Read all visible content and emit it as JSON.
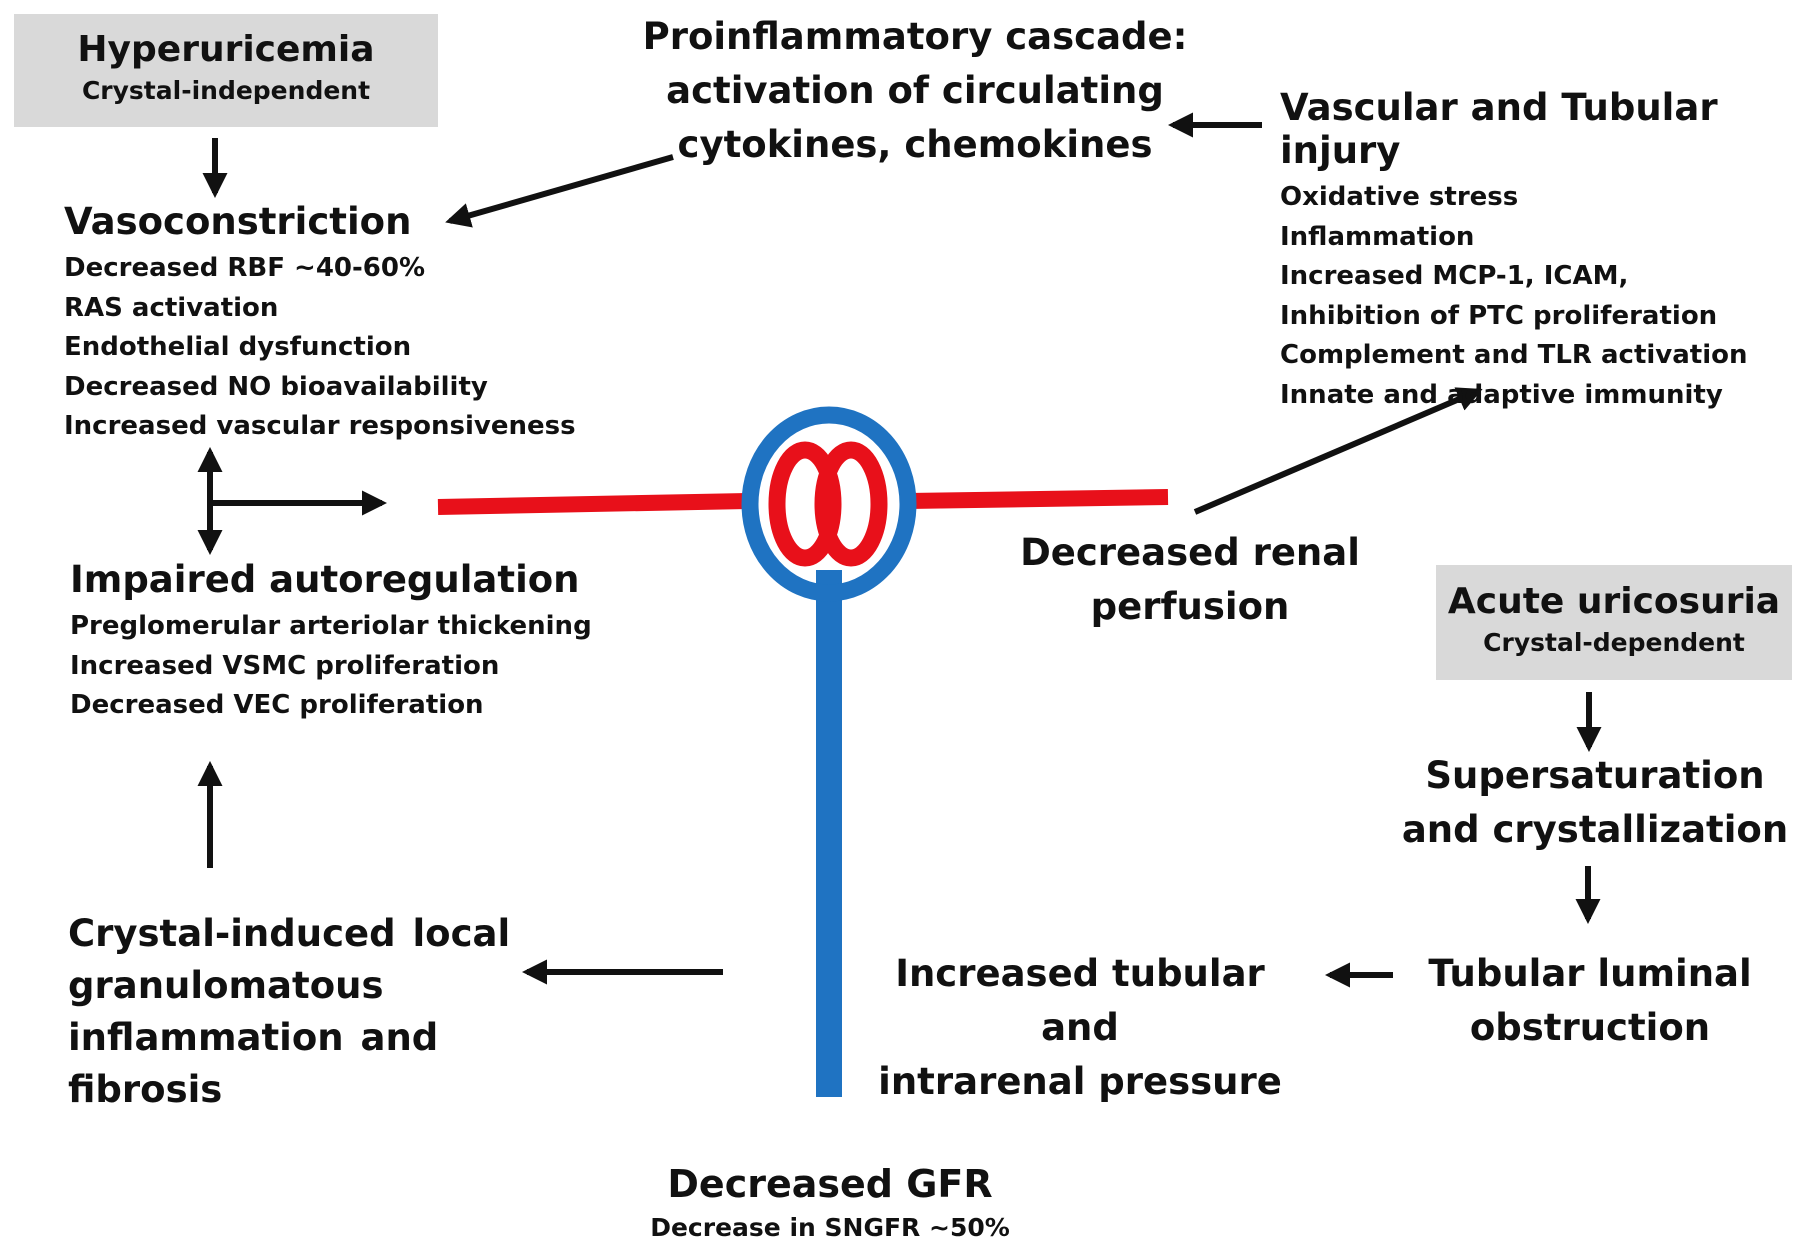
{
  "hyperuricemia": {
    "title": "Hyperuricemia",
    "subtitle": "Crystal-independent"
  },
  "proinflammatory": {
    "lines": [
      "Proinflammatory cascade:",
      "activation of circulating",
      "cytokines, chemokines"
    ]
  },
  "vascular_tubular_injury": {
    "title": "Vascular and Tubular injury",
    "items": [
      "Oxidative stress",
      "Inflammation",
      "Increased MCP-1, ICAM,",
      "Inhibition of PTC proliferation",
      "Complement and TLR activation",
      "Innate and adaptive immunity"
    ]
  },
  "vasoconstriction": {
    "title": "Vasoconstriction",
    "items": [
      "Decreased RBF ~40-60%",
      "RAS activation",
      "Endothelial dysfunction",
      "Decreased NO bioavailability",
      "Increased vascular responsiveness"
    ]
  },
  "impaired_autoregulation": {
    "title": "Impaired autoregulation",
    "items": [
      "Preglomerular arteriolar thickening",
      "Increased VSMC proliferation",
      "Decreased VEC proliferation"
    ]
  },
  "decreased_perfusion": {
    "lines": [
      "Decreased renal",
      "perfusion"
    ]
  },
  "acute_uricosuria": {
    "title": "Acute uricosuria",
    "subtitle": "Crystal-dependent"
  },
  "supersaturation": {
    "lines": [
      "Supersaturation",
      "and crystallization"
    ]
  },
  "tubular_obstruction": {
    "lines": [
      "Tubular luminal",
      "obstruction"
    ]
  },
  "tubular_pressure": {
    "lines": [
      "Increased tubular and",
      "intrarenal pressure"
    ]
  },
  "crystal_inflammation": {
    "lines": [
      "Crystal-induced local",
      "granulomatous",
      "inflammation and fibrosis"
    ]
  },
  "gfr": {
    "title": "Decreased GFR",
    "subtitle": "Decrease in SNGFR ~50%"
  },
  "colors": {
    "vessel_red": "#e8101a",
    "tubule_blue": "#1f73c2",
    "box_grey": "#d9d9d9",
    "arrow": "#111111"
  }
}
